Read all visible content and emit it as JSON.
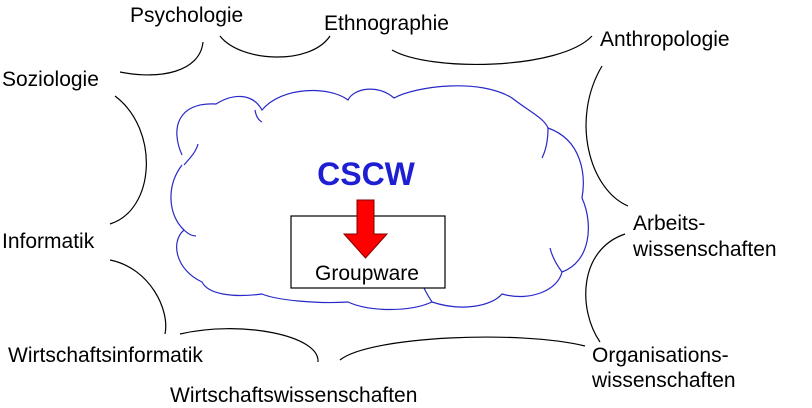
{
  "diagram": {
    "center": {
      "title": "CSCW",
      "box_label": "Groupware"
    },
    "disciplines": {
      "psychologie": "Psychologie",
      "ethnographie": "Ethnographie",
      "anthropologie": "Anthropologie",
      "soziologie": "Soziologie",
      "informatik": "Informatik",
      "arbeitswissenschaften_line1": "Arbeits-",
      "arbeitswissenschaften_line2": "wissenschaften",
      "wirtschaftsinformatik": "Wirtschaftsinformatik",
      "organisationswissenschaften_line1": "Organisations-",
      "organisationswissenschaften_line2": "wissenschaften",
      "wirtschaftswissenschaften": "Wirtschaftswissenschaften"
    }
  },
  "colors": {
    "cloud_outline": "#2828c8",
    "title": "#1e1ed2",
    "arrow_fill": "#ff0000",
    "arrow_outline": "#800000",
    "arcs": "#000000",
    "text": "#000000"
  }
}
